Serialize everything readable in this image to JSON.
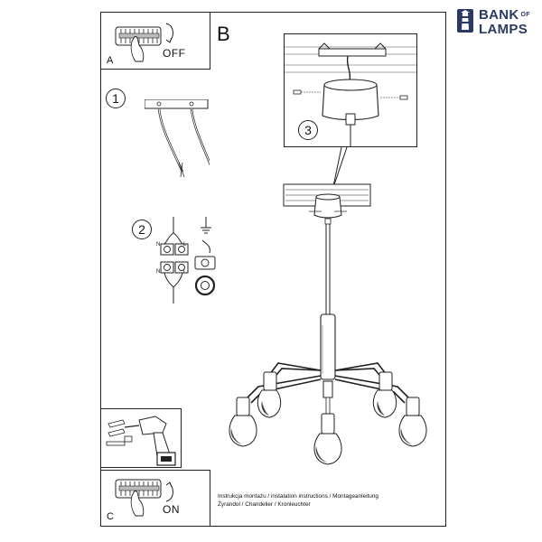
{
  "logo": {
    "word1": "BANK",
    "word2": "OF",
    "word3": "LAMPS"
  },
  "panels": {
    "a_label": "A",
    "a_word": "OFF",
    "b_label": "B",
    "c_label": "C",
    "c_word": "ON"
  },
  "steps": [
    "1",
    "2",
    "3"
  ],
  "wiring": {
    "n_label": "N",
    "l_label": "L"
  },
  "caption": {
    "line1": "Instrukcja montażu / instalation instructions / Montageanleitung",
    "line2": "Żyrandol / Chandelier / Kronleuchter"
  }
}
